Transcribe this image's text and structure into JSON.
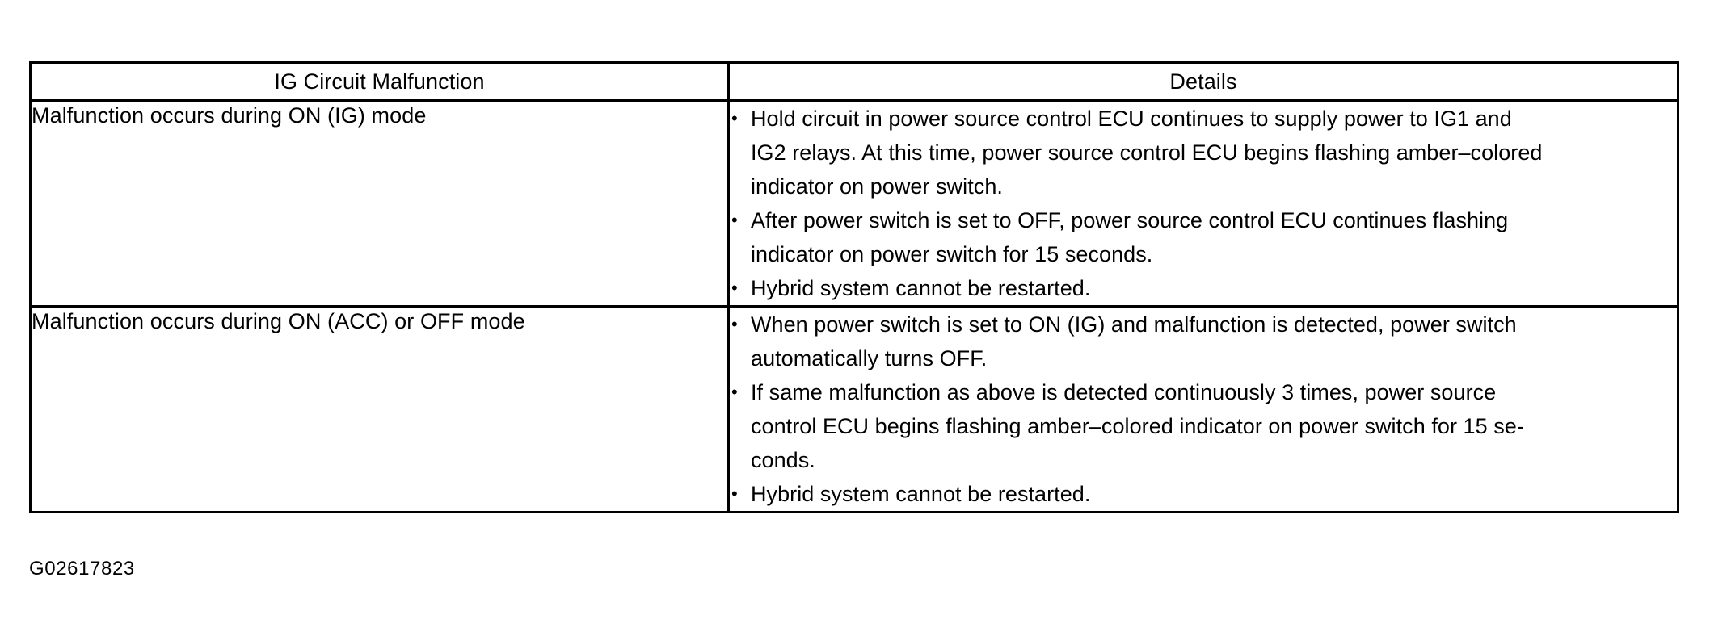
{
  "document": {
    "caption": "G02617823"
  },
  "table": {
    "headers": {
      "left": "IG Circuit Malfunction",
      "right": "Details"
    },
    "rows": [
      {
        "label": "Malfunction occurs during ON (IG) mode",
        "details": [
          {
            "text": "Hold circuit in power source control ECU continues to supply power to IG1 and IG2 relays. At this time, power source control ECU begins flashing amber–colored indicator on power switch.",
            "lines": [
              "Hold circuit in power source control ECU continues to supply power to IG1 and",
              "IG2 relays. At this time, power source control ECU begins flashing amber–colored",
              "indicator on power switch."
            ]
          },
          {
            "text": "After power switch is set to OFF, power source control ECU continues flashing indicator on power switch for 15 seconds.",
            "lines": [
              "After power switch is set to OFF, power source control ECU continues flashing",
              "indicator on power switch for 15 seconds."
            ]
          },
          {
            "text": "Hybrid system cannot be restarted.",
            "lines": [
              "Hybrid system cannot be restarted."
            ]
          }
        ]
      },
      {
        "label": "Malfunction occurs during ON (ACC) or OFF mode",
        "details": [
          {
            "text": "When power switch is set to ON (IG) and malfunction is detected, power switch automatically turns OFF.",
            "lines": [
              "When power switch is set to ON (IG) and malfunction is detected, power switch",
              "automatically turns OFF."
            ]
          },
          {
            "text": "If same malfunction as above is detected continuously 3 times, power source control ECU begins flashing amber–colored indicator on power switch for 15 seconds.",
            "lines": [
              "If same malfunction as above is detected continuously 3 times, power source",
              "control ECU begins flashing amber–colored indicator on power switch for 15 se-",
              "conds."
            ]
          },
          {
            "text": "Hybrid system cannot be restarted.",
            "lines": [
              "Hybrid system cannot be restarted."
            ]
          }
        ]
      }
    ]
  }
}
